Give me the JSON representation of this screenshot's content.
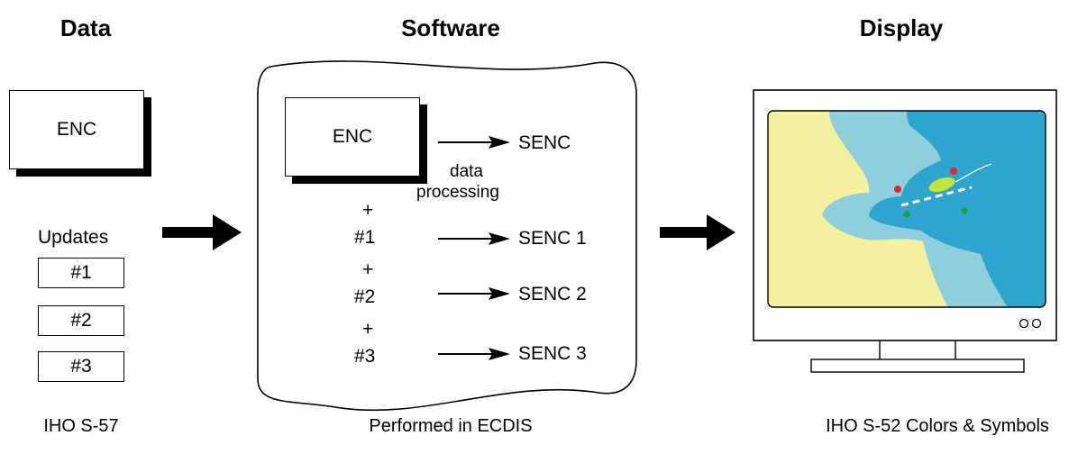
{
  "columns": {
    "data": {
      "heading": "Data",
      "caption": "IHO S-57"
    },
    "software": {
      "heading": "Software",
      "caption": "Performed in ECDIS"
    },
    "display": {
      "heading": "Display",
      "caption": "IHO S-52 Colors & Symbols"
    }
  },
  "data_panel": {
    "enc_label": "ENC",
    "updates_label": "Updates",
    "updates": [
      "#1",
      "#2",
      "#3"
    ]
  },
  "software_panel": {
    "enc_label": "ENC",
    "processing_label_1": "data",
    "processing_label_2": "processing",
    "plus": "+",
    "inputs": [
      "#1",
      "#2",
      "#3"
    ],
    "outputs": [
      "SENC",
      "SENC 1",
      "SENC 2",
      "SENC 3"
    ]
  },
  "colors": {
    "land": "#f3f0a0",
    "shallow_water": "#8ecfdb",
    "deep_water": "#2ea5cf",
    "buoy_red": "#e8232a",
    "buoy_green": "#1e9b3a",
    "vessel": "#c4e43a"
  }
}
